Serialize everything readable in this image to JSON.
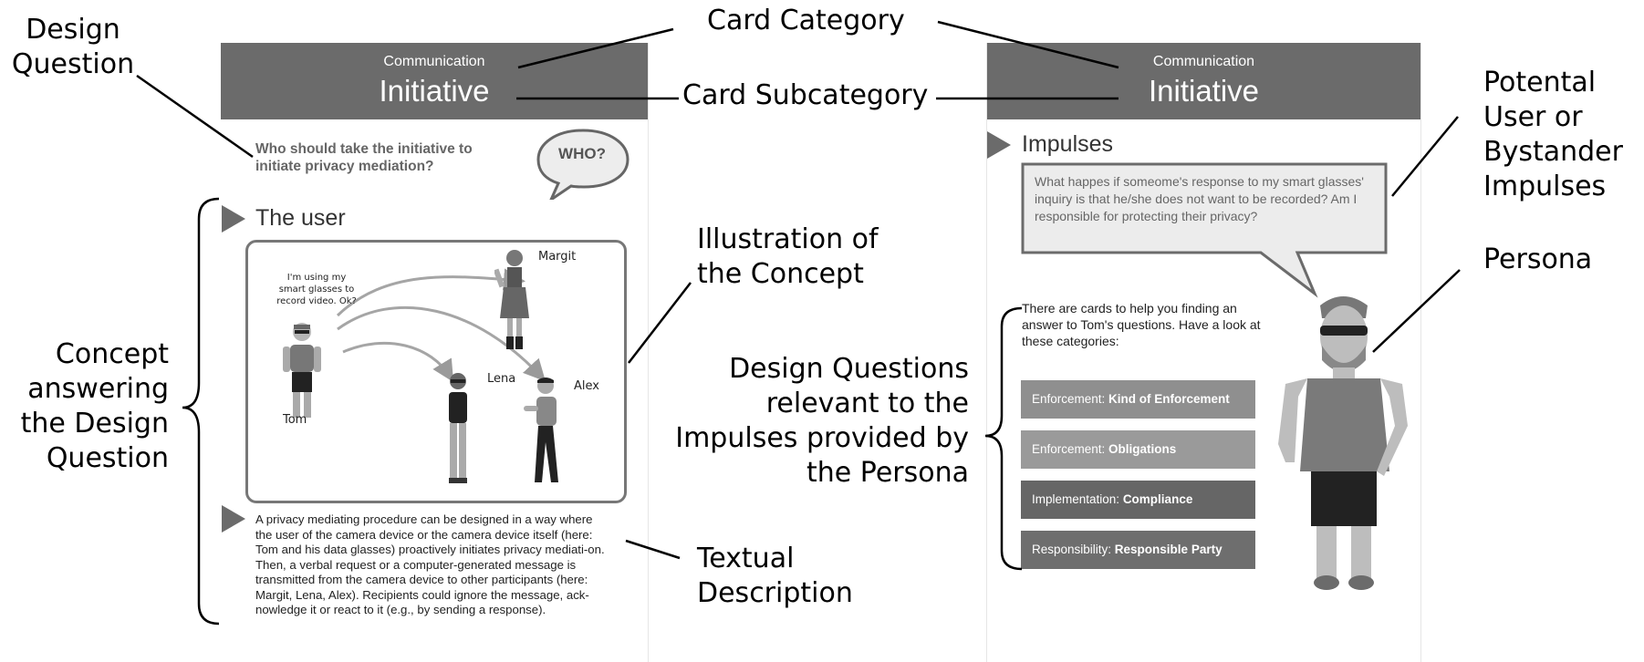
{
  "annotations": {
    "design_question": "Design\nQuestion",
    "card_category": "Card Category",
    "card_subcategory": "Card Subcategory",
    "concept_answering": "Concept\nanswering\nthe Design\nQuestion",
    "illustration": "Illustration of\nthe Concept",
    "textual_description": "Textual\nDescription",
    "design_questions_relevant": "Design Questions\nrelevant to the\nImpulses provided by\nthe Persona",
    "potential_impulses": "Potental\nUser or\nBystander\nImpulses",
    "persona": "Persona"
  },
  "left_card": {
    "category": "Communication",
    "subcategory": "Initiative",
    "question": "Who should take the initiative to initiate privacy mediation?",
    "who_badge": "WHO?",
    "concept_title": "The user",
    "illustration": {
      "speech": "I'm using my\nsmart glasses to\nrecord video. Ok?",
      "tom": "Tom",
      "margit": "Margit",
      "lena": "Lena",
      "alex": "Alex"
    },
    "description": "A privacy mediating procedure can be designed in a way where the user of the camera device or the camera device itself (here: Tom and his data glasses) proactively initiates privacy mediati-on. Then, a verbal request or a computer-generated message is transmitted from the camera device to other participants (here: Margit, Lena, Alex). Recipients could ignore the message, ack-nowledge it or react to it (e.g., by sending a response)."
  },
  "right_card": {
    "category": "Communication",
    "subcategory": "Initiative",
    "impulses_title": "Impulses",
    "impulse_text": "What happes if someome's response to my smart glasses' inquiry is that he/she does not want to be recorded? Am I responsible for protecting their privacy?",
    "hint_text": "There are cards to help you finding an answer to Tom's questions. Have a look at these categories:",
    "tags": [
      {
        "prefix": "Enforcement: ",
        "name": "Kind of Enforcement",
        "color": "#8f8f8f"
      },
      {
        "prefix": "Enforcement: ",
        "name": "Obligations",
        "color": "#9a9a9a"
      },
      {
        "prefix": "Implementation: ",
        "name": "Compliance",
        "color": "#666666"
      },
      {
        "prefix": "Responsibility: ",
        "name": "Responsible Party",
        "color": "#6e6e6e"
      }
    ]
  }
}
